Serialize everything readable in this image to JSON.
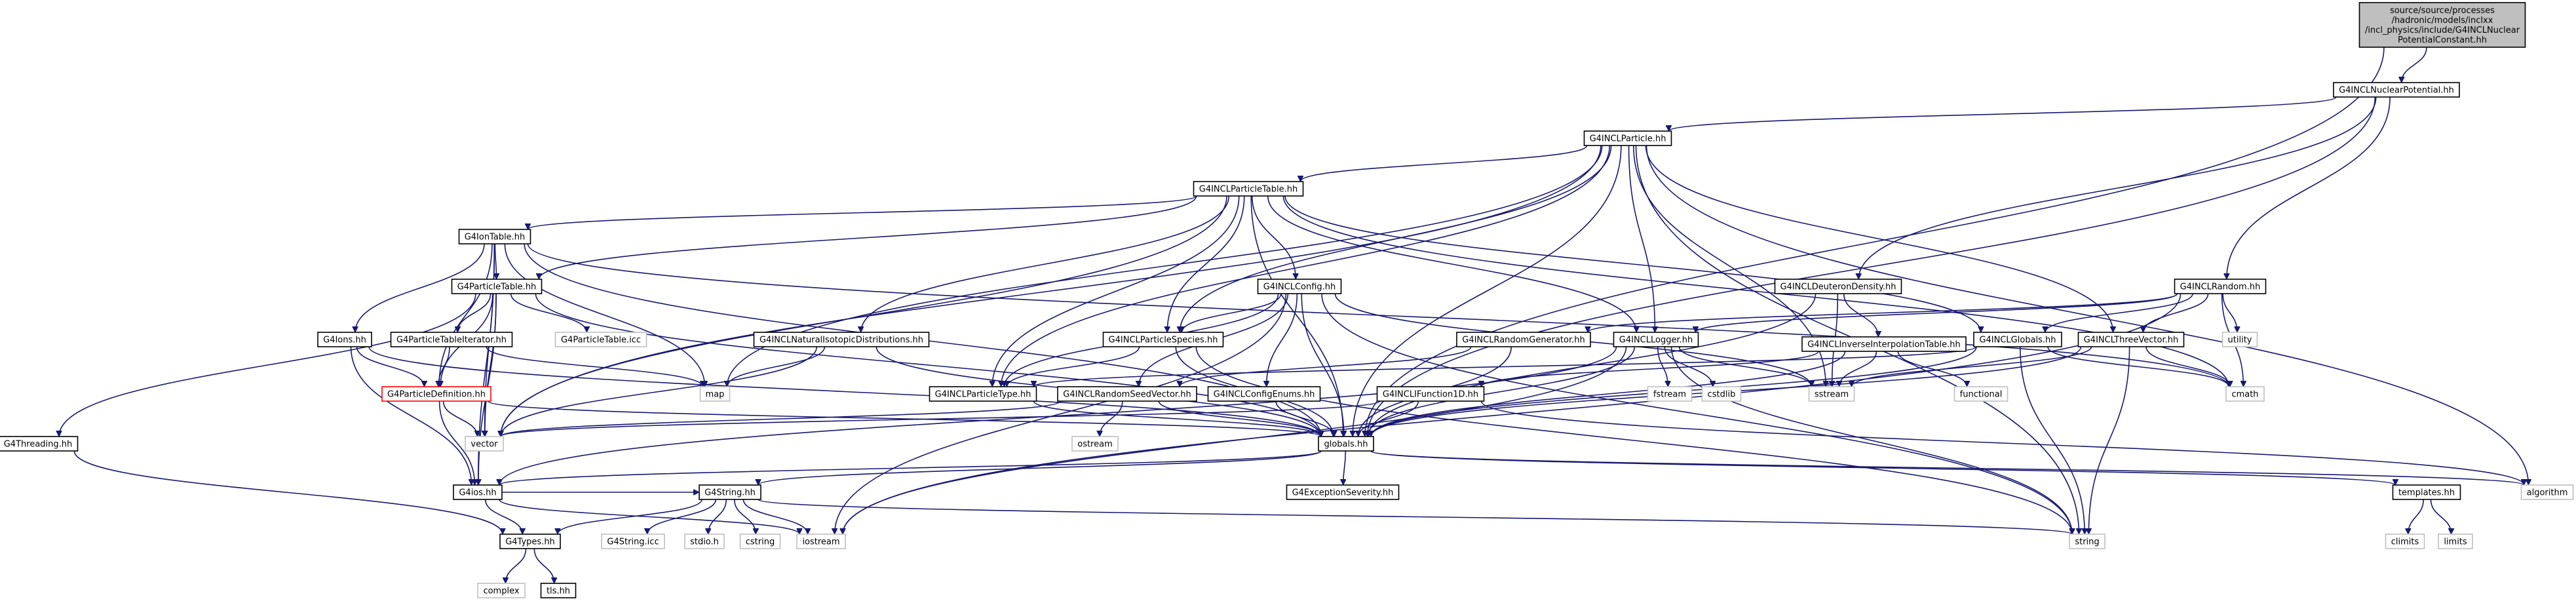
{
  "diagram": {
    "type": "include-dependency-graph",
    "root": {
      "lines": [
        "source/source/processes",
        "/hadronic/models/inclxx",
        "/incl_physics/include/G4INCLNuclear",
        "PotentialConstant.hh"
      ]
    },
    "nodes": [
      {
        "id": "NucPot",
        "label": "G4INCLNuclearPotential.hh",
        "kind": "normal"
      },
      {
        "id": "Particle",
        "label": "G4INCLParticle.hh",
        "kind": "normal"
      },
      {
        "id": "ParticleTable",
        "label": "G4INCLParticleTable.hh",
        "kind": "normal"
      },
      {
        "id": "IonTable",
        "label": "G4IonTable.hh",
        "kind": "normal"
      },
      {
        "id": "G4ParticleTable",
        "label": "G4ParticleTable.hh",
        "kind": "normal"
      },
      {
        "id": "Config",
        "label": "G4INCLConfig.hh",
        "kind": "normal"
      },
      {
        "id": "Deuteron",
        "label": "G4INCLDeuteronDensity.hh",
        "kind": "normal"
      },
      {
        "id": "Random",
        "label": "G4INCLRandom.hh",
        "kind": "normal"
      },
      {
        "id": "NatIso",
        "label": "G4INCLNaturalIsotopicDistributions.hh",
        "kind": "normal"
      },
      {
        "id": "G4ParticleTableIterator",
        "label": "G4ParticleTableIterator.hh",
        "kind": "normal"
      },
      {
        "id": "G4ParticleTableIcc",
        "label": "G4ParticleTable.icc",
        "kind": "ext"
      },
      {
        "id": "Ions",
        "label": "G4Ions.hh",
        "kind": "normal"
      },
      {
        "id": "ParticleSpecies",
        "label": "G4INCLParticleSpecies.hh",
        "kind": "normal"
      },
      {
        "id": "RandomGen",
        "label": "G4INCLRandomGenerator.hh",
        "kind": "normal"
      },
      {
        "id": "Logger",
        "label": "G4INCLLogger.hh",
        "kind": "normal"
      },
      {
        "id": "InvInterp",
        "label": "G4INCLInverseInterpolationTable.hh",
        "kind": "normal"
      },
      {
        "id": "Globals",
        "label": "G4INCLGlobals.hh",
        "kind": "normal"
      },
      {
        "id": "ThreeVector",
        "label": "G4INCLThreeVector.hh",
        "kind": "normal"
      },
      {
        "id": "utility",
        "label": "utility",
        "kind": "ext"
      },
      {
        "id": "ParticleDef",
        "label": "G4ParticleDefinition.hh",
        "kind": "red"
      },
      {
        "id": "ParticleType",
        "label": "G4INCLParticleType.hh",
        "kind": "normal"
      },
      {
        "id": "RandomSeed",
        "label": "G4INCLRandomSeedVector.hh",
        "kind": "normal"
      },
      {
        "id": "ConfigEnums",
        "label": "G4INCLConfigEnums.hh",
        "kind": "normal"
      },
      {
        "id": "IFunction",
        "label": "G4INCLIFunction1D.hh",
        "kind": "normal"
      },
      {
        "id": "map",
        "label": "map",
        "kind": "ext"
      },
      {
        "id": "fstream",
        "label": "fstream",
        "kind": "ext"
      },
      {
        "id": "cstdlib",
        "label": "cstdlib",
        "kind": "ext"
      },
      {
        "id": "sstream",
        "label": "sstream",
        "kind": "ext"
      },
      {
        "id": "functional",
        "label": "functional",
        "kind": "ext"
      },
      {
        "id": "cmath",
        "label": "cmath",
        "kind": "ext"
      },
      {
        "id": "G4Threading",
        "label": "G4Threading.hh",
        "kind": "normal"
      },
      {
        "id": "vector",
        "label": "vector",
        "kind": "ext"
      },
      {
        "id": "globals",
        "label": "globals.hh",
        "kind": "normal"
      },
      {
        "id": "ostream",
        "label": "ostream",
        "kind": "ext"
      },
      {
        "id": "G4ios",
        "label": "G4ios.hh",
        "kind": "normal"
      },
      {
        "id": "G4String",
        "label": "G4String.hh",
        "kind": "normal"
      },
      {
        "id": "G4ExceptionSeverity",
        "label": "G4ExceptionSeverity.hh",
        "kind": "normal"
      },
      {
        "id": "templates",
        "label": "templates.hh",
        "kind": "normal"
      },
      {
        "id": "algorithm",
        "label": "algorithm",
        "kind": "ext"
      },
      {
        "id": "G4Types",
        "label": "G4Types.hh",
        "kind": "normal"
      },
      {
        "id": "G4StringIcc",
        "label": "G4String.icc",
        "kind": "ext"
      },
      {
        "id": "stdio",
        "label": "stdio.h",
        "kind": "ext"
      },
      {
        "id": "cstring",
        "label": "cstring",
        "kind": "ext"
      },
      {
        "id": "iostream",
        "label": "iostream",
        "kind": "ext"
      },
      {
        "id": "string",
        "label": "string",
        "kind": "ext"
      },
      {
        "id": "climits",
        "label": "climits",
        "kind": "ext"
      },
      {
        "id": "limits",
        "label": "limits",
        "kind": "ext"
      },
      {
        "id": "complex",
        "label": "complex",
        "kind": "ext"
      },
      {
        "id": "tls",
        "label": "tls.hh",
        "kind": "normal"
      }
    ],
    "edges": [
      [
        "root",
        "NucPot"
      ],
      [
        "root",
        "globals"
      ],
      [
        "NucPot",
        "Particle"
      ],
      [
        "NucPot",
        "Deuteron"
      ],
      [
        "NucPot",
        "Random"
      ],
      [
        "NucPot",
        "globals"
      ],
      [
        "Particle",
        "ParticleTable"
      ],
      [
        "Particle",
        "ParticleSpecies"
      ],
      [
        "Particle",
        "ParticleType"
      ],
      [
        "Particle",
        "Logger"
      ],
      [
        "Particle",
        "ThreeVector"
      ],
      [
        "Particle",
        "map"
      ],
      [
        "Particle",
        "vector"
      ],
      [
        "Particle",
        "sstream"
      ],
      [
        "Particle",
        "string"
      ],
      [
        "Particle",
        "algorithm"
      ],
      [
        "Particle",
        "globals"
      ],
      [
        "ParticleTable",
        "IonTable"
      ],
      [
        "ParticleTable",
        "G4ParticleTable"
      ],
      [
        "ParticleTable",
        "Config"
      ],
      [
        "ParticleTable",
        "NatIso"
      ],
      [
        "ParticleTable",
        "ParticleSpecies"
      ],
      [
        "ParticleTable",
        "ParticleType"
      ],
      [
        "ParticleTable",
        "Logger"
      ],
      [
        "ParticleTable",
        "Globals"
      ],
      [
        "ParticleTable",
        "vector"
      ],
      [
        "ParticleTable",
        "cmath"
      ],
      [
        "ParticleTable",
        "globals"
      ],
      [
        "IonTable",
        "G4ParticleTable"
      ],
      [
        "IonTable",
        "Ions"
      ],
      [
        "IonTable",
        "ParticleDef"
      ],
      [
        "IonTable",
        "G4ios"
      ],
      [
        "IonTable",
        "vector"
      ],
      [
        "IonTable",
        "map"
      ],
      [
        "IonTable",
        "cmath"
      ],
      [
        "IonTable",
        "globals"
      ],
      [
        "G4ParticleTable",
        "G4ParticleTableIterator"
      ],
      [
        "G4ParticleTable",
        "G4ParticleTableIcc"
      ],
      [
        "G4ParticleTable",
        "ParticleDef"
      ],
      [
        "G4ParticleTable",
        "G4Threading"
      ],
      [
        "G4ParticleTable",
        "G4ios"
      ],
      [
        "G4ParticleTable",
        "vector"
      ],
      [
        "G4ParticleTable",
        "globals"
      ],
      [
        "G4ParticleTableIterator",
        "map"
      ],
      [
        "G4ParticleTableIterator",
        "ParticleDef"
      ],
      [
        "Ions",
        "ParticleDef"
      ],
      [
        "Ions",
        "G4ios"
      ],
      [
        "Ions",
        "globals"
      ],
      [
        "ParticleDef",
        "vector"
      ],
      [
        "ParticleDef",
        "G4ios"
      ],
      [
        "ParticleDef",
        "globals"
      ],
      [
        "NatIso",
        "map"
      ],
      [
        "NatIso",
        "vector"
      ],
      [
        "NatIso",
        "globals"
      ],
      [
        "Config",
        "ParticleSpecies"
      ],
      [
        "Config",
        "ParticleType"
      ],
      [
        "Config",
        "RandomSeed"
      ],
      [
        "Config",
        "ConfigEnums"
      ],
      [
        "Config",
        "iostream"
      ],
      [
        "Config",
        "sstream"
      ],
      [
        "Config",
        "string"
      ],
      [
        "Config",
        "globals"
      ],
      [
        "ParticleSpecies",
        "ParticleType"
      ],
      [
        "ParticleSpecies",
        "globals"
      ],
      [
        "ParticleSpecies",
        "string"
      ],
      [
        "ParticleType",
        "globals"
      ],
      [
        "RandomSeed",
        "vector"
      ],
      [
        "RandomSeed",
        "ostream"
      ],
      [
        "RandomSeed",
        "globals"
      ],
      [
        "ConfigEnums",
        "globals"
      ],
      [
        "Deuteron",
        "InvInterp"
      ],
      [
        "Deuteron",
        "sstream"
      ],
      [
        "Deuteron",
        "globals"
      ],
      [
        "InvInterp",
        "IFunction"
      ],
      [
        "InvInterp",
        "sstream"
      ],
      [
        "InvInterp",
        "functional"
      ],
      [
        "InvInterp",
        "globals"
      ],
      [
        "IFunction",
        "vector"
      ],
      [
        "IFunction",
        "globals"
      ],
      [
        "IFunction",
        "algorithm"
      ],
      [
        "Random",
        "RandomGen"
      ],
      [
        "Random",
        "Globals"
      ],
      [
        "Random",
        "ThreeVector"
      ],
      [
        "Random",
        "Logger"
      ],
      [
        "Random",
        "utility"
      ],
      [
        "Random",
        "cmath"
      ],
      [
        "Random",
        "iostream"
      ],
      [
        "RandomGen",
        "RandomSeed"
      ],
      [
        "RandomGen",
        "globals"
      ],
      [
        "Logger",
        "G4ios"
      ],
      [
        "Logger",
        "fstream"
      ],
      [
        "Logger",
        "cstdlib"
      ],
      [
        "Logger",
        "sstream"
      ],
      [
        "Logger",
        "string"
      ],
      [
        "Logger",
        "iostream"
      ],
      [
        "Logger",
        "globals"
      ],
      [
        "Globals",
        "ParticleType"
      ],
      [
        "Globals",
        "cmath"
      ],
      [
        "Globals",
        "string"
      ],
      [
        "Globals",
        "globals"
      ],
      [
        "ThreeVector",
        "sstream"
      ],
      [
        "ThreeVector",
        "string"
      ],
      [
        "ThreeVector",
        "cmath"
      ],
      [
        "ThreeVector",
        "globals"
      ],
      [
        "G4Threading",
        "G4Types"
      ],
      [
        "globals",
        "G4ios"
      ],
      [
        "globals",
        "G4String"
      ],
      [
        "globals",
        "G4ExceptionSeverity"
      ],
      [
        "globals",
        "templates"
      ],
      [
        "globals",
        "algorithm"
      ],
      [
        "G4ios",
        "G4Types"
      ],
      [
        "G4ios",
        "G4String"
      ],
      [
        "G4ios",
        "iostream"
      ],
      [
        "G4String",
        "G4Types"
      ],
      [
        "G4String",
        "G4StringIcc"
      ],
      [
        "G4String",
        "stdio"
      ],
      [
        "G4String",
        "cstring"
      ],
      [
        "G4String",
        "iostream"
      ],
      [
        "G4String",
        "string"
      ],
      [
        "templates",
        "climits"
      ],
      [
        "templates",
        "limits"
      ],
      [
        "G4Types",
        "complex"
      ],
      [
        "G4Types",
        "tls"
      ]
    ]
  },
  "colors": {
    "edge": "#191970",
    "root_fill": "#bfbfbf",
    "box_border": "#000000",
    "external_border": "#bfbfbf",
    "highlight_border": "#ff0000"
  }
}
